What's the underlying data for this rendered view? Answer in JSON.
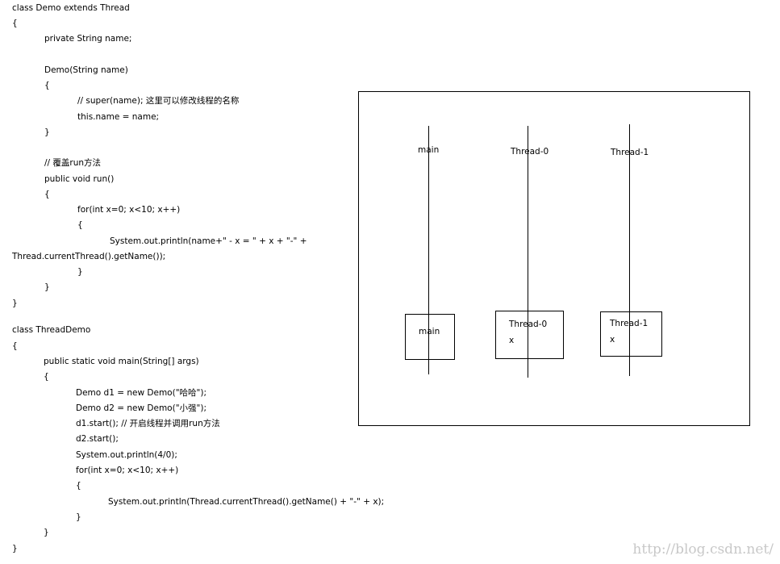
{
  "code": {
    "lines": [
      "class Demo extends Thread",
      "{",
      "private String name;",
      "Demo(String name)",
      "{",
      "// super(name); 这里可以修改线程的名称",
      "this.name = name;",
      "}",
      "// 覆盖run方法",
      "public void run()",
      "{",
      "for(int x=0; x<10; x++)",
      "{",
      "System.out.println(name+\" - x = \" + x + \"-\" +",
      "Thread.currentThread().getName());",
      "}",
      "}",
      "}",
      "class ThreadDemo",
      "{",
      "public static void main(String[] args)",
      "{",
      "Demo d1 = new Demo(\"哈哈\");",
      "Demo d2 = new Demo(\"小强\");",
      "d1.start(); // 开启线程并调用run方法",
      "d2.start();",
      "System.out.println(4/0);",
      "for(int x=0; x<10; x++)",
      "{",
      "System.out.println(Thread.currentThread().getName() + \"-\" + x);",
      "}",
      "}",
      "}"
    ]
  },
  "diagram": {
    "threads": [
      {
        "label": "main",
        "box_title": "main",
        "box_value": ""
      },
      {
        "label": "Thread-0",
        "box_title": "Thread-0",
        "box_value": "x"
      },
      {
        "label": "Thread-1",
        "box_title": "Thread-1",
        "box_value": "x"
      }
    ]
  },
  "watermark": "http://blog.csdn.net/"
}
